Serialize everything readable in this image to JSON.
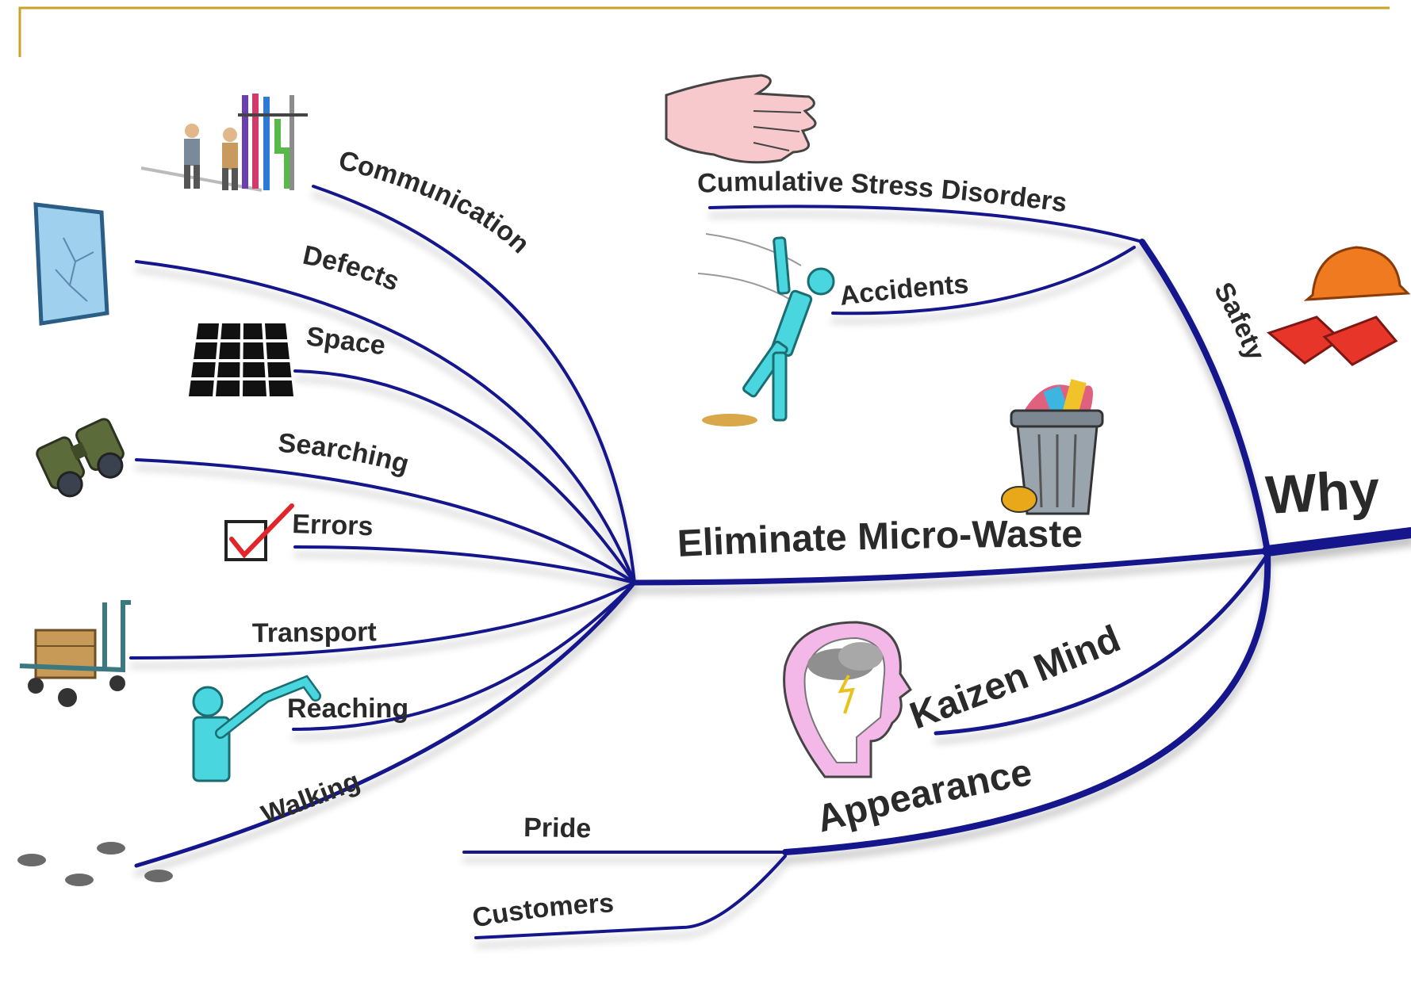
{
  "diagram": {
    "root": "Why",
    "safety": {
      "label": "Safety",
      "children": [
        "Cumulative Stress Disorders",
        "Accidents"
      ]
    },
    "micro_waste": {
      "label": "Eliminate Micro-Waste",
      "children": [
        "Communication",
        "Defects",
        "Space",
        "Searching",
        "Errors",
        "Transport",
        "Reaching",
        "Walking"
      ]
    },
    "kaizen": {
      "label": "Kaizen Mind"
    },
    "appearance": {
      "label": "Appearance",
      "children": [
        "Pride",
        "Customers"
      ]
    }
  },
  "colors": {
    "branch": "#12168c",
    "frame": "#c9a227",
    "text": "#2a2a2a"
  },
  "icons": [
    "workers-pipes-icon",
    "cracked-glass-icon",
    "floor-grid-icon",
    "binoculars-icon",
    "checkbox-icon",
    "hand-truck-icon",
    "reaching-figure-icon",
    "footprints-icon",
    "hand-icon",
    "slipping-figure-icon",
    "hard-hat-gloves-icon",
    "trash-can-icon",
    "head-storm-icon"
  ]
}
